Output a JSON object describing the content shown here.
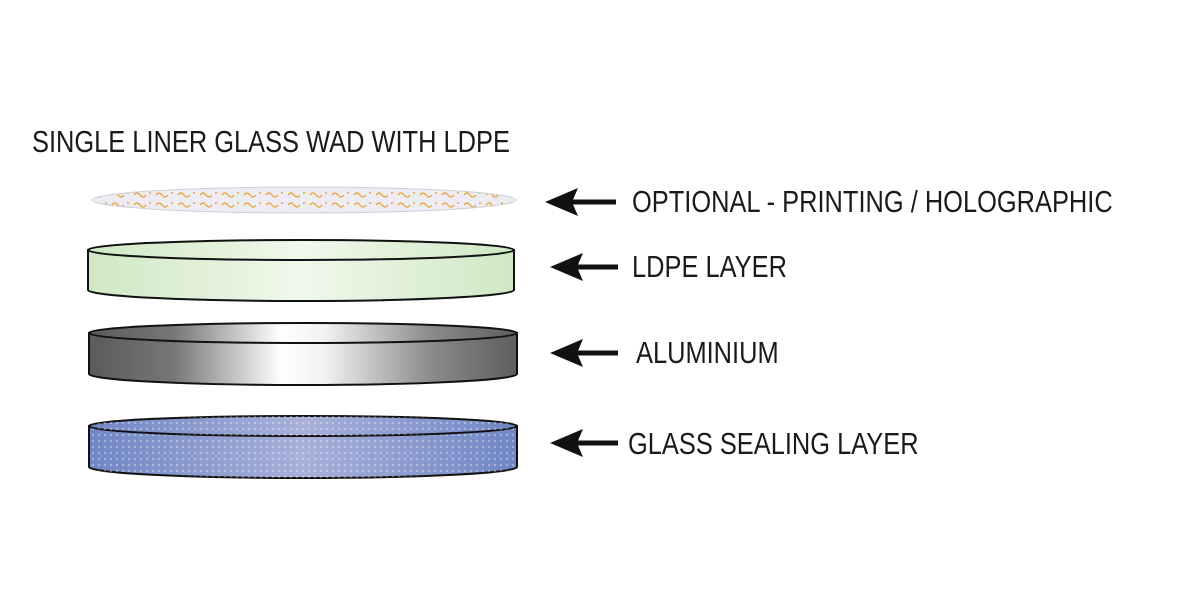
{
  "title": "SINGLE LINER GLASS WAD WITH LDPE",
  "layers": [
    {
      "label": "OPTIONAL - PRINTING / HOLOGRAPHIC",
      "color": "#e8e8ee"
    },
    {
      "label": "LDPE LAYER",
      "color": "#dff0d6"
    },
    {
      "label": "ALUMINIUM",
      "color": "#6e6e6e"
    },
    {
      "label": "GLASS SEALING LAYER",
      "color": "#7f93c8"
    }
  ]
}
